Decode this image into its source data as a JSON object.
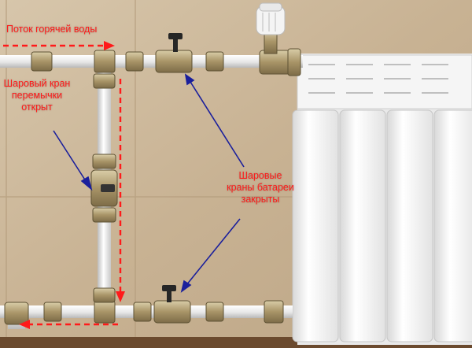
{
  "labels": {
    "hot_water_flow": "Поток горячей воды",
    "bypass_valve": [
      "Шаровый кран",
      "перемычки",
      "открыт"
    ],
    "battery_valves": [
      "Шаровые",
      "краны батареи",
      "закрыты"
    ]
  },
  "colors": {
    "text": "#ff1a1a",
    "flow_arrow": "#ff1a1a",
    "pointer_arrow": "#1a1f9c",
    "wall": "#cbb79a",
    "pipe": "#ececec",
    "radiator": "#f2f2f2",
    "brass": "#b8a47a",
    "valve_handle": "#2a2a2a"
  },
  "icons": [
    "ball-valve-icon",
    "thermostatic-head-icon",
    "radiator-icon"
  ]
}
